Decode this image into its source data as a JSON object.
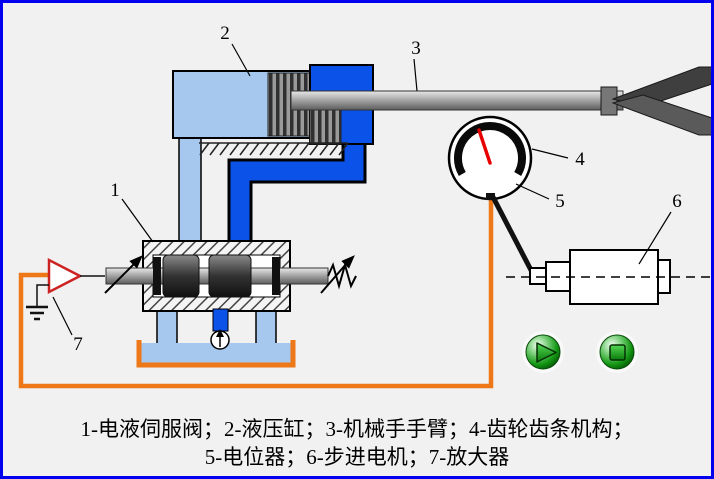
{
  "labels": {
    "n1": "1",
    "n2": "2",
    "n3": "3",
    "n4": "4",
    "n5": "5",
    "n6": "6",
    "n7": "7"
  },
  "caption": {
    "line1": "1-电液伺服阀；2-液压缸；3-机械手手臂；4-齿轮齿条机构；",
    "line2": "5-电位器；6-步进电机；7-放大器"
  },
  "icons": {
    "play": "play-icon",
    "stop": "stop-icon"
  },
  "colors": {
    "border_blue": "#0000ee",
    "background": "#f1f1f1",
    "pipe_blue": "#0a52e8",
    "pipe_light_blue": "#a6c8ee",
    "wire_orange": "#ee7718",
    "needle_red": "#e80000",
    "button_green": "#149914"
  }
}
